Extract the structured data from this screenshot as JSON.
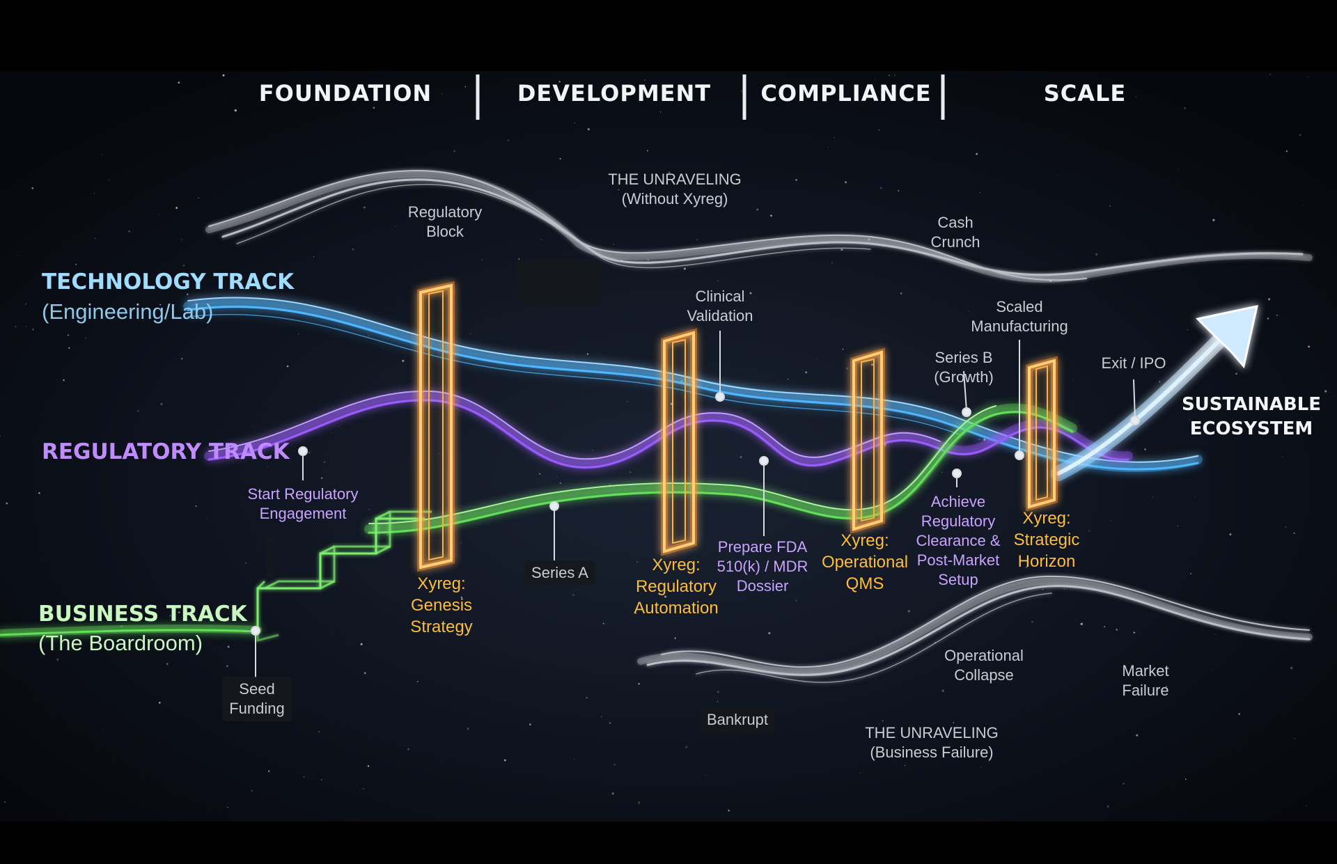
{
  "phases": [
    {
      "label": "FOUNDATION"
    },
    {
      "label": "DEVELOPMENT"
    },
    {
      "label": "COMPLIANCE"
    },
    {
      "label": "SCALE"
    }
  ],
  "tracks": {
    "technology": {
      "title": "TECHNOLOGY TRACK",
      "subtitle": "(Engineering/Lab)",
      "color": "#8fd8ff"
    },
    "regulatory": {
      "title": "REGULATORY TRACK",
      "color": "#c08bff"
    },
    "business": {
      "title": "BUSINESS TRACK",
      "subtitle": "(The Boardroom)",
      "color": "#bff7b0"
    }
  },
  "unraveling_top": {
    "line1": "THE UNRAVELING",
    "line2": "(Without Xyreg)"
  },
  "unraveling_bottom": {
    "line1": "THE UNRAVELING",
    "line2": "(Business Failure)"
  },
  "failure_labels": {
    "regulatory_block": [
      "Regulatory",
      "Block"
    ],
    "cash_crunch": [
      "Cash",
      "Crunch"
    ],
    "operational_collapse": [
      "Operational",
      "Collapse"
    ],
    "market_failure": [
      "Market",
      "Failure"
    ],
    "bankrupt": "Bankrupt"
  },
  "milestones": {
    "clinical_validation": [
      "Clinical",
      "Validation"
    ],
    "scaled_manufacturing": [
      "Scaled",
      "Manufacturing"
    ],
    "series_b": [
      "Series B",
      "(Growth)"
    ],
    "exit_ipo": "Exit / IPO",
    "start_regulatory": [
      "Start Regulatory",
      "Engagement"
    ],
    "series_a": "Series A",
    "prepare_fda": [
      "Prepare FDA",
      "510(k) / MDR",
      "Dossier"
    ],
    "achieve_clearance": [
      "Achieve",
      "Regulatory",
      "Clearance &",
      "Post-Market",
      "Setup"
    ],
    "seed_funding": [
      "Seed",
      "Funding"
    ]
  },
  "xyreg_gates": [
    {
      "lines": [
        "Xyreg:",
        "Genesis",
        "Strategy"
      ]
    },
    {
      "lines": [
        "Xyreg:",
        "Regulatory",
        "Automation"
      ]
    },
    {
      "lines": [
        "Xyreg:",
        "Operational",
        "QMS"
      ]
    },
    {
      "lines": [
        "Xyreg:",
        "Strategic",
        "Horizon"
      ]
    }
  ],
  "outcome": {
    "line1": "SUSTAINABLE",
    "line2": "ECOSYSTEM"
  },
  "colors": {
    "tech": "#4fb6ff",
    "reg": "#9b5cff",
    "biz": "#63e05a",
    "gate": "#ff8a1a",
    "gate_label": "#ffbd3a",
    "reg_label": "#c9a3ff",
    "unravel": "#d9dde3"
  }
}
